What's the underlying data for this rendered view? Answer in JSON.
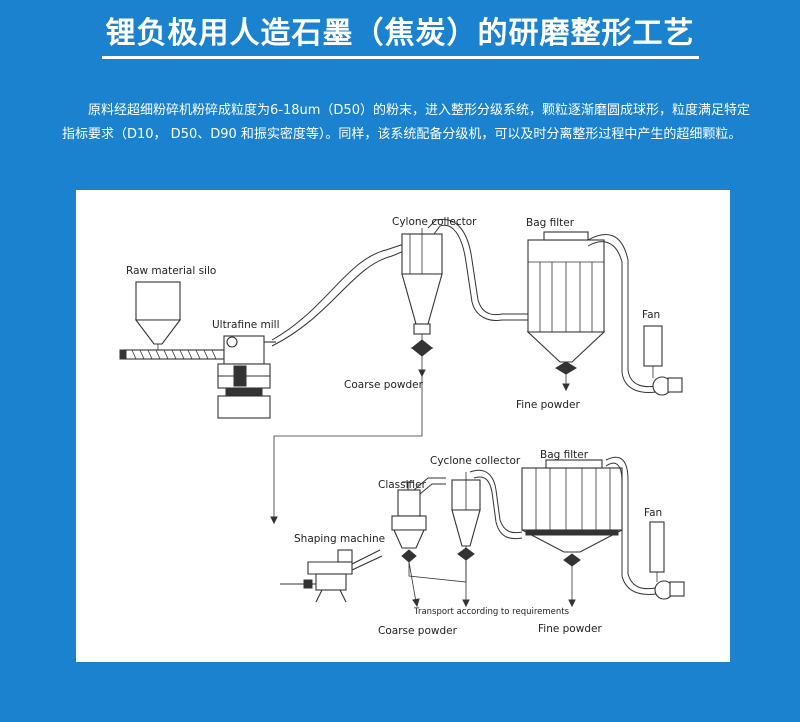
{
  "header": {
    "title": "锂负极用人造石墨（焦炭）的研磨整形工艺",
    "description": "原料经超细粉碎机粉碎成粒度为6-18um（D50）的粉末，进入整形分级系统，颗粒逐渐磨圆成球形，粒度满足特定指标要求（D10， D50、D90 和振实密度等）。同样，该系统配备分级机，可以及时分离整形过程中产生的超细颗粒。"
  },
  "diagram": {
    "labels": {
      "raw_material_silo": "Raw material silo",
      "ultrafine_mill": "Ultrafine mill",
      "cyclone_collector_top": "Cylone collector",
      "bag_filter_top": "Bag filter",
      "fan_top": "Fan",
      "coarse_powder_top": "Coarse powder",
      "fine_powder_top": "Fine powder",
      "classifier": "Classifier",
      "cyclone_collector_bottom": "Cyclone collector",
      "bag_filter_bottom": "Bag filter",
      "fan_bottom": "Fan",
      "shaping_machine": "Shaping machine",
      "transport_note": "Transport according to requirements",
      "coarse_powder_bottom": "Coarse powder",
      "fine_powder_bottom": "Fine powder"
    }
  },
  "colors": {
    "background": "#1a82cf",
    "panel": "#ffffff",
    "text": "#ffffff",
    "line": "#333333"
  }
}
